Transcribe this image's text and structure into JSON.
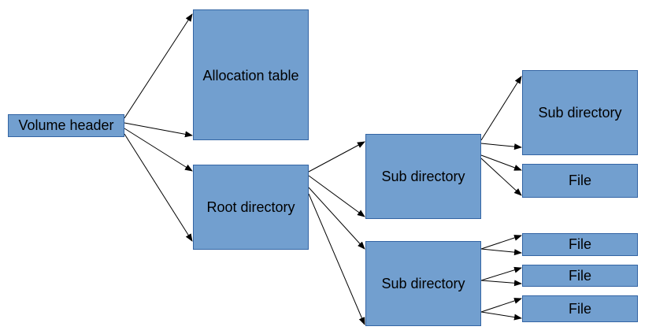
{
  "colors": {
    "box_fill": "#729fcf",
    "box_border": "#3465a4",
    "arrow": "#000000",
    "background": "#ffffff"
  },
  "nodes": {
    "volume_header": "Volume header",
    "allocation_table": "Allocation table",
    "root_directory": "Root directory",
    "sub_directory_1": "Sub directory",
    "sub_directory_2": "Sub directory",
    "sub_directory_3": "Sub directory",
    "file_1": "File",
    "file_2": "File",
    "file_3": "File",
    "file_4": "File"
  }
}
